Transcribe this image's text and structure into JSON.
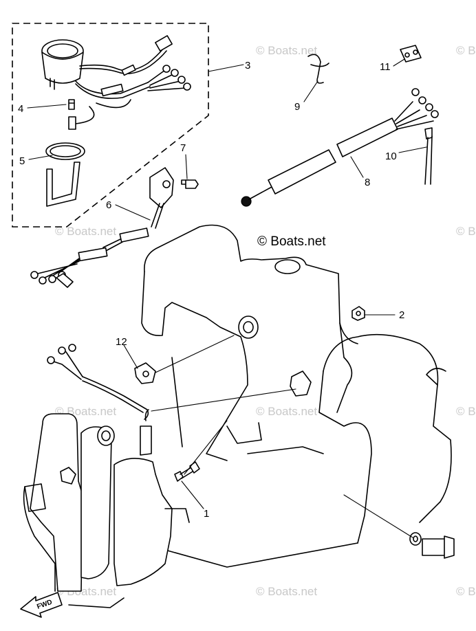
{
  "watermarks": {
    "main": "© Boats.net",
    "faint": "© Boats.net"
  },
  "callouts": {
    "c1": "1",
    "c2": "2",
    "c3": "3",
    "c4": "4",
    "c5": "5",
    "c6": "6",
    "c7": "7",
    "c8": "8",
    "c9": "9",
    "c10": "10",
    "c11": "11",
    "c12": "12"
  },
  "fwd_label": "FWD"
}
